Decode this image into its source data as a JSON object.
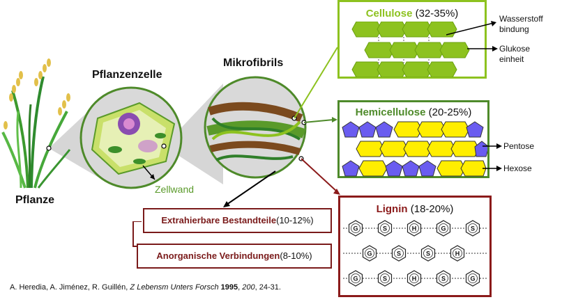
{
  "labels": {
    "pflanze": "Pflanze",
    "pflanzenzelle": "Pflanzenzelle",
    "mikrofibrils": "Mikrofibrils",
    "zellwand": "Zellwand"
  },
  "cellulose": {
    "name": "Cellulose",
    "percent": "(32-35%)",
    "callouts": [
      "Wasserstoff bindung",
      "Glukose einheit"
    ]
  },
  "hemicellulose": {
    "name": "Hemicellulose",
    "percent": "(20-25%)",
    "callouts": [
      "Pentose",
      "Hexose"
    ]
  },
  "lignin": {
    "name": "Lignin",
    "percent": "(18-20%)",
    "units": [
      [
        "G",
        "S",
        "H",
        "G",
        "S"
      ],
      [
        "G",
        "S",
        "S",
        "H"
      ],
      [
        "G",
        "S",
        "H",
        "S",
        "G"
      ]
    ]
  },
  "extra": {
    "extrahierbar": {
      "name": "Extrahierbare Bestandteile",
      "percent": "(10-12%)"
    },
    "anorganisch": {
      "name": "Anorganische Verbindungen",
      "percent": "(8-10%)"
    }
  },
  "citation": {
    "authors": "A. Heredia, A. Jiménez, R. Guillén,",
    "journal": "Z Lebensm Unters Forsch",
    "year": "1995",
    "volume": "200",
    "pages": ", 24-31."
  },
  "colors": {
    "cellulose_green": "#8dc21f",
    "hemi_green": "#4e8a2a",
    "pentose": "#6a5cf0",
    "hexose": "#ffee00",
    "lignin_red": "#8b1a1a"
  }
}
